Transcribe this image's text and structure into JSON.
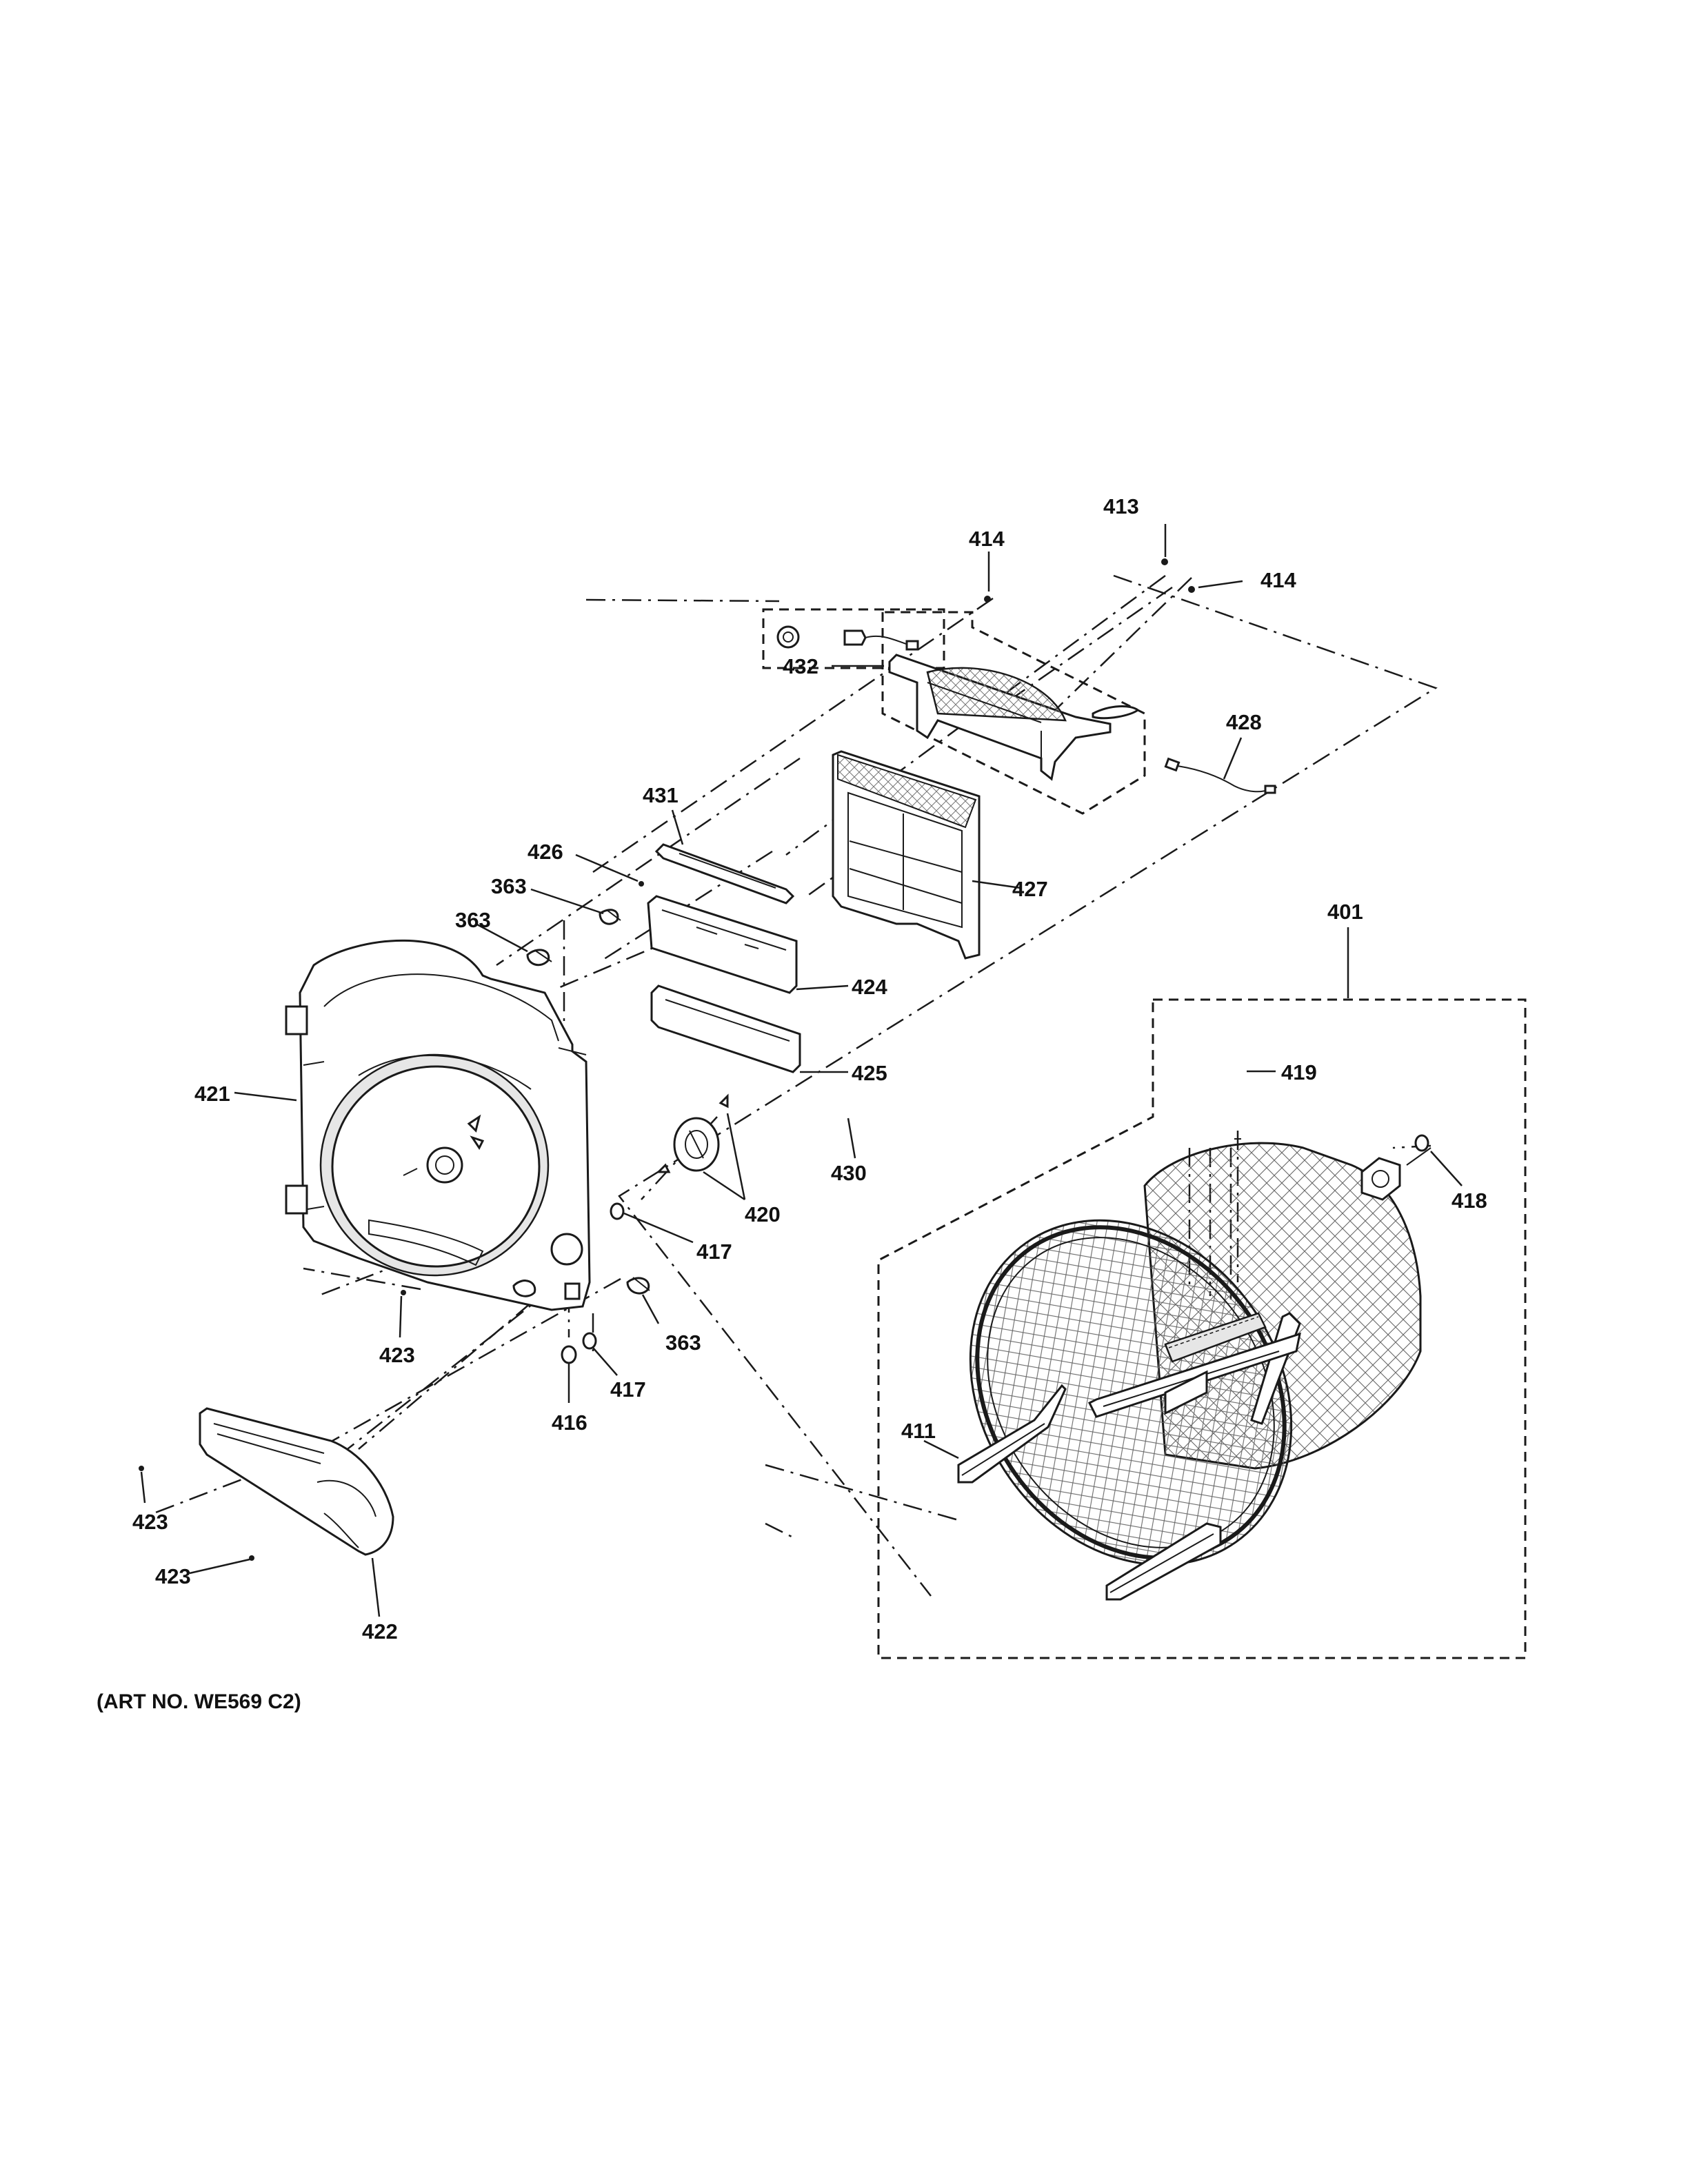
{
  "diagram": {
    "labels": {
      "p413": "413",
      "p414_top": "414",
      "p414_right": "414",
      "p432": "432",
      "p428": "428",
      "p431": "431",
      "p426": "426",
      "p363_a": "363",
      "p363_b": "363",
      "p427": "427",
      "p401": "401",
      "p424": "424",
      "p419": "419",
      "p425": "425",
      "p421": "421",
      "p430": "430",
      "p418": "418",
      "p420": "420",
      "p417_a": "417",
      "p363_c": "363",
      "p423_a": "423",
      "p417_b": "417",
      "p416": "416",
      "p411": "411",
      "p423_b": "423",
      "p423_c": "423",
      "p422": "422"
    },
    "caption": "(ART NO. WE569 C2)"
  }
}
